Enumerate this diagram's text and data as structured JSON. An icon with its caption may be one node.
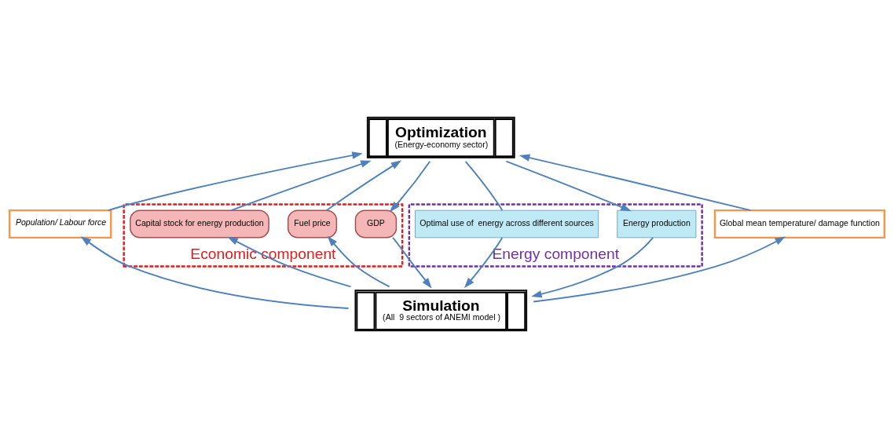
{
  "diagram": {
    "nodes": [
      {
        "text": [
          "Optimization",
          "(Energy-economy sector)"
        ]
      },
      {
        "text": [
          "Economic component"
        ]
      },
      {
        "text": [
          "Capital stock for energy production"
        ],
        "in": 1
      },
      {
        "text": [
          "Fuel price"
        ],
        "in": 1
      },
      {
        "text": [
          "GDP"
        ],
        "in": 1
      },
      {
        "text": [
          "Energy component"
        ]
      },
      {
        "text": [
          "Optimal use of  energy across different sources"
        ],
        "in": 5
      },
      {
        "text": [
          "Energy production"
        ],
        "in": 5
      },
      {
        "text": [
          "Population/ Labour force"
        ]
      },
      {
        "text": [
          "Global mean temperature/ damage function"
        ]
      },
      {
        "text": [
          "Simulation",
          "(All  9 sectors of ANEMI model )"
        ]
      }
    ],
    "edges": [
      {
        "from": 8,
        "to": 0,
        "arrow": "to"
      },
      {
        "from": 2,
        "to": 0,
        "arrow": "to"
      },
      {
        "from": 3,
        "to": 0,
        "arrow": "to"
      },
      {
        "from": 0,
        "to": 4,
        "arrow": "to"
      },
      {
        "from": 9,
        "to": 0,
        "arrow": "to"
      },
      {
        "from": 0,
        "to": 6,
        "arrow": "none"
      },
      {
        "from": 0,
        "to": 7,
        "arrow": "to"
      },
      {
        "from": 4,
        "to": 10,
        "arrow": "to"
      },
      {
        "from": 6,
        "to": 10,
        "arrow": "to"
      },
      {
        "from": 7,
        "to": 10,
        "arrow": "to"
      },
      {
        "from": 10,
        "to": 3,
        "arrow": "to"
      },
      {
        "from": 10,
        "to": 8,
        "arrow": "to"
      },
      {
        "from": 10,
        "to": 2,
        "arrow": "to"
      },
      {
        "from": 10,
        "to": 9,
        "arrow": "to"
      }
    ]
  }
}
